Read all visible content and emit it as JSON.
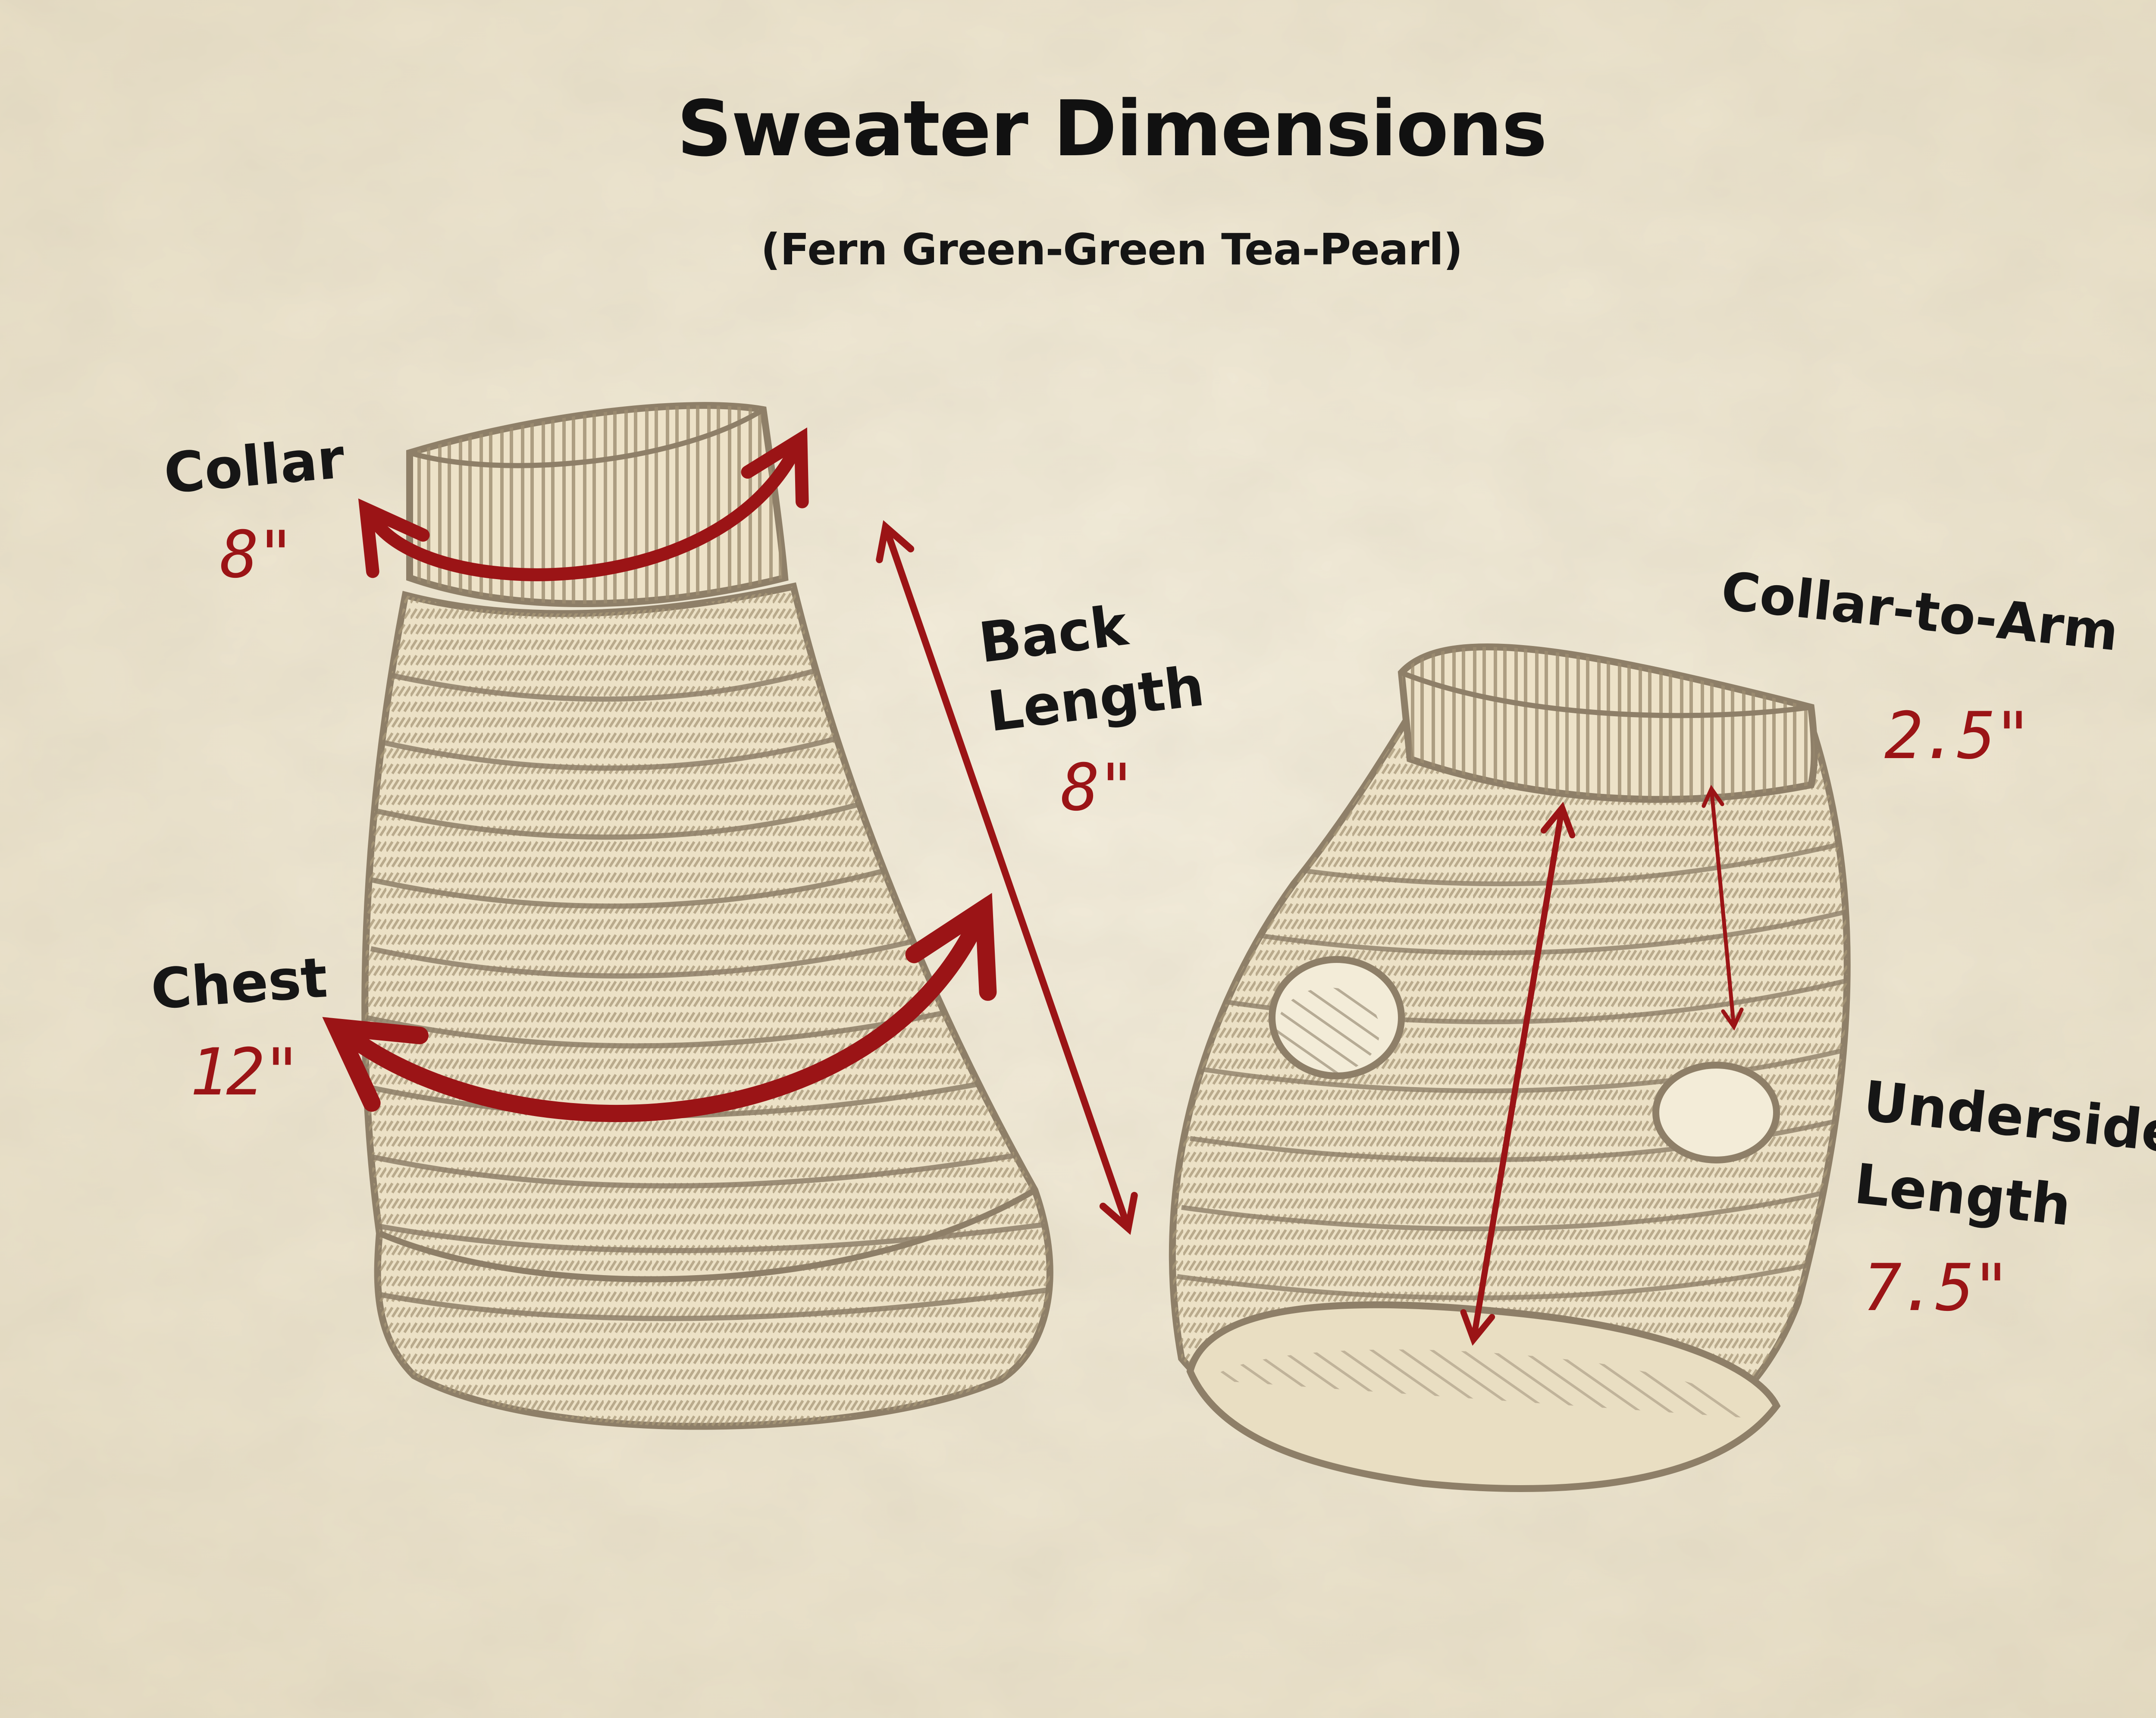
{
  "title": "Sweater Dimensions",
  "subtitle": "(Fern Green-Green Tea-Pearl)",
  "colors": {
    "background": "#efe8d4",
    "sketch": "#8e7f68",
    "knit_fill": "#ece1c6",
    "measurement": "#9b1416",
    "text": "#161616"
  },
  "measurements": {
    "collar": {
      "label": "Collar",
      "value": "8\""
    },
    "back_length": {
      "label_line1": "Back",
      "label_line2": "Length",
      "value": "8\""
    },
    "chest": {
      "label": "Chest",
      "value": "12\""
    },
    "collar_to_arm": {
      "label": "Collar-to-Arm",
      "value": "2.5\""
    },
    "underside_length": {
      "label_line1": "Underside",
      "label_line2": "Length",
      "value": "7.5\""
    }
  }
}
